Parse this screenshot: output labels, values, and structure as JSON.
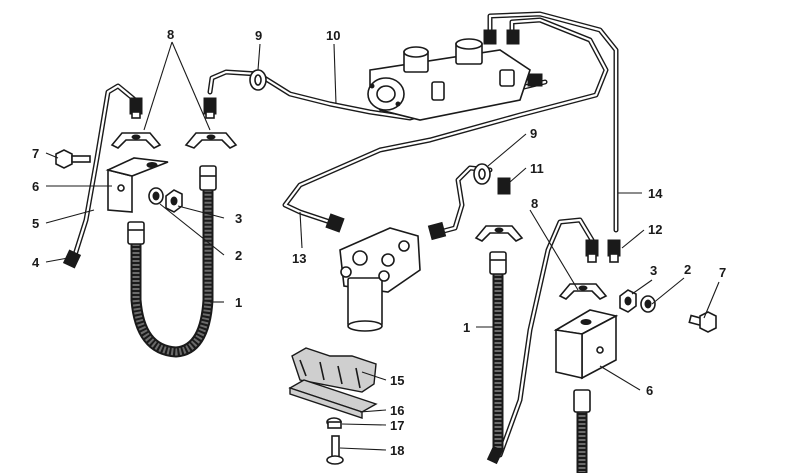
{
  "callouts": {
    "c8_top": "8",
    "c9_top": "9",
    "c10": "10",
    "c7_left": "7",
    "c6_left": "6",
    "c5": "5",
    "c4": "4",
    "c3_left": "3",
    "c2_left": "2",
    "c1_left": "1",
    "c9_mid": "9",
    "c11": "11",
    "c14": "14",
    "c8_mid": "8",
    "c12": "12",
    "c13": "13",
    "c3_right": "3",
    "c2_right": "2",
    "c7_right": "7",
    "c1_mid": "1",
    "c6_right": "6",
    "c15": "15",
    "c16": "16",
    "c17": "17",
    "c18": "18"
  }
}
